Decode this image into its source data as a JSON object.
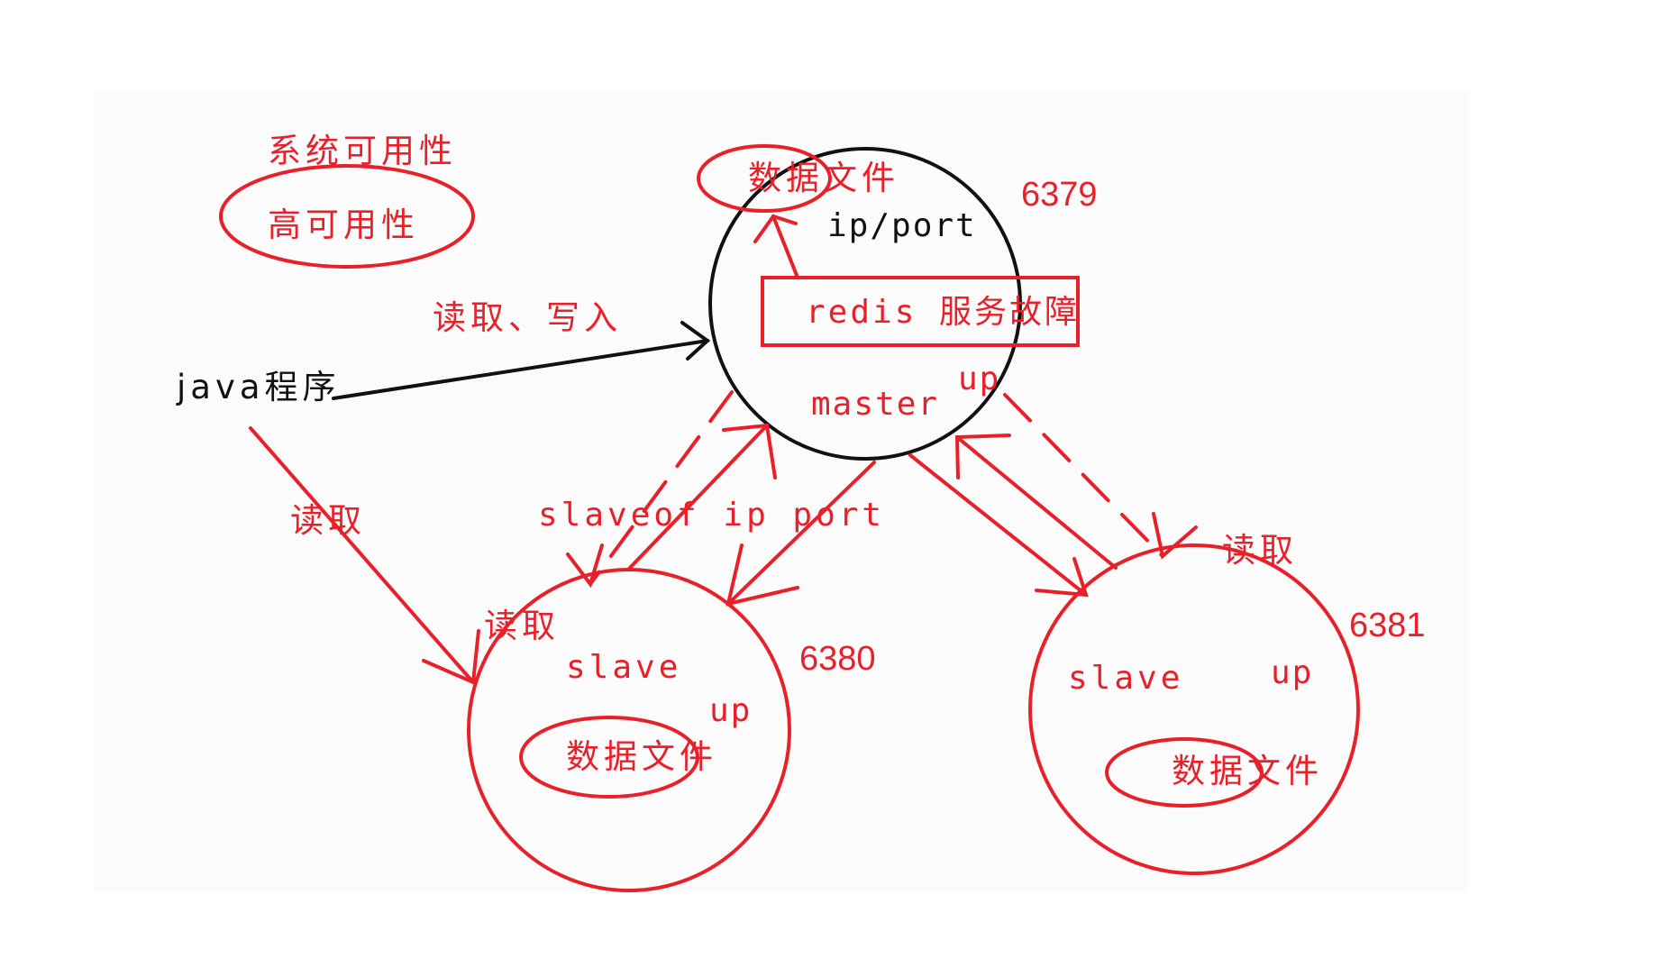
{
  "colors": {
    "ink_red": "#e8202a",
    "ink_black": "#111111",
    "paper": "#fbfbfb"
  },
  "availability": {
    "system_availability": "系统可用性",
    "high_availability": "高可用性"
  },
  "client": {
    "label": "java程序",
    "read_write": "读取、写入",
    "read": "读取"
  },
  "master": {
    "port": "6379",
    "data_file": "数据文件",
    "address": "ip/port",
    "failure": "redis 服务故障",
    "role": "master",
    "status": "up"
  },
  "replication": {
    "command": "slaveof ip port"
  },
  "slave_6380": {
    "port": "6380",
    "read": "读取",
    "role": "slave",
    "status": "up",
    "data_file": "数据文件"
  },
  "slave_6381": {
    "port": "6381",
    "read": "读取",
    "role": "slave",
    "status": "up",
    "data_file": "数据文件"
  }
}
